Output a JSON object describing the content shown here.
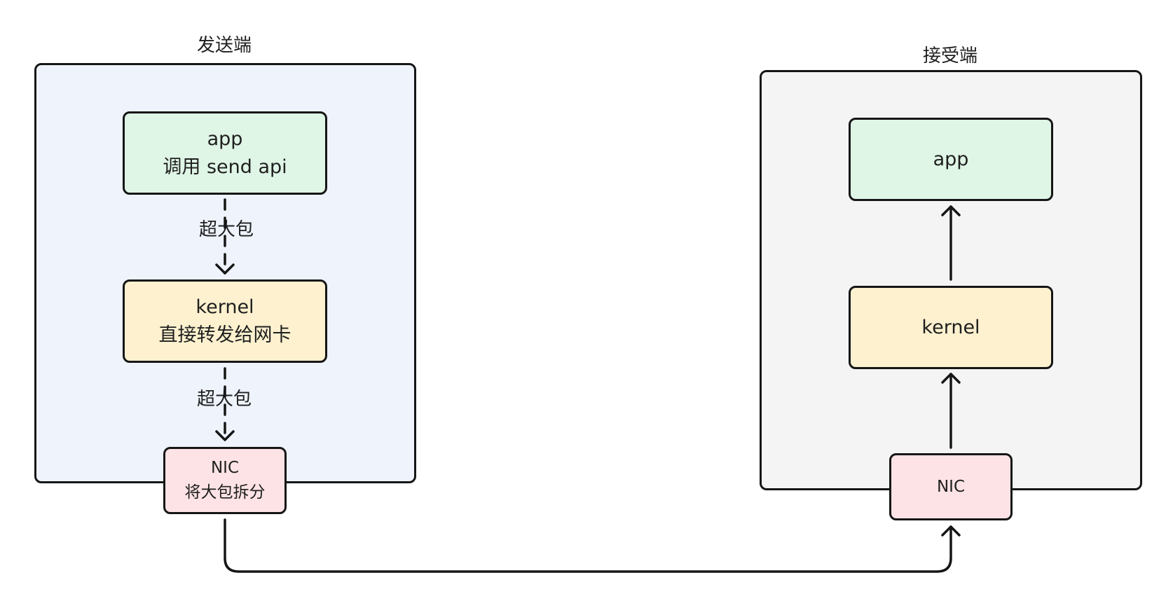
{
  "sender": {
    "title": "发送端",
    "container_color": "#eef3fc",
    "app": {
      "line1": "app",
      "line2": "调用 send api",
      "color": "#dff5e6"
    },
    "kernel": {
      "line1": "kernel",
      "line2": "直接转发给网卡",
      "color": "#fdf1cf"
    },
    "nic": {
      "line1": "NIC",
      "line2": "将大包拆分",
      "color": "#fde3e5"
    },
    "edge_app_kernel": {
      "label": "超大包"
    },
    "edge_kernel_nic": {
      "label": "超大包"
    }
  },
  "receiver": {
    "title": "接受端",
    "container_color": "#f4f4f4",
    "app": {
      "line1": "app",
      "color": "#dff5e6"
    },
    "kernel": {
      "line1": "kernel",
      "color": "#fdf1cf"
    },
    "nic": {
      "line1": "NIC",
      "color": "#fde3e5"
    }
  },
  "colors": {
    "stroke": "#161616"
  }
}
